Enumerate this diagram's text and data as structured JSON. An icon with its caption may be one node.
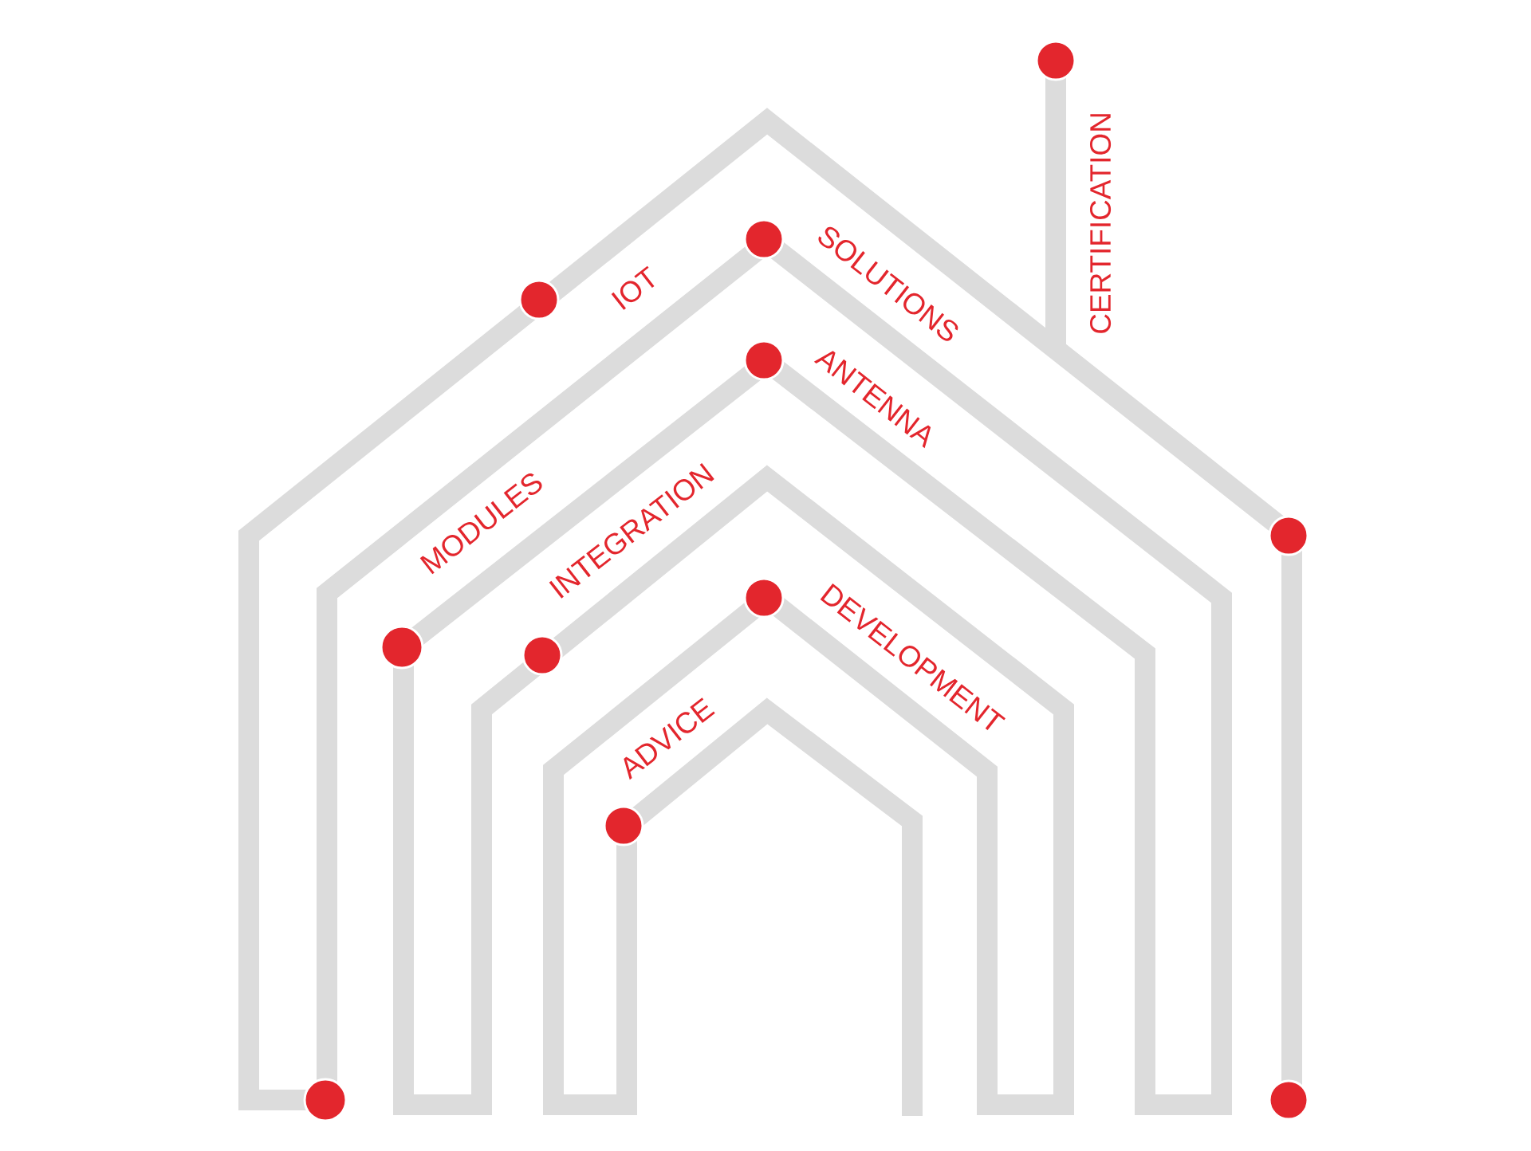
{
  "diagram": {
    "labels": [
      "CERTIFICATION",
      "IOT",
      "SOLUTIONS",
      "ANTENNA",
      "MODULES",
      "INTEGRATION",
      "DEVELOPMENT",
      "ADVICE"
    ]
  }
}
